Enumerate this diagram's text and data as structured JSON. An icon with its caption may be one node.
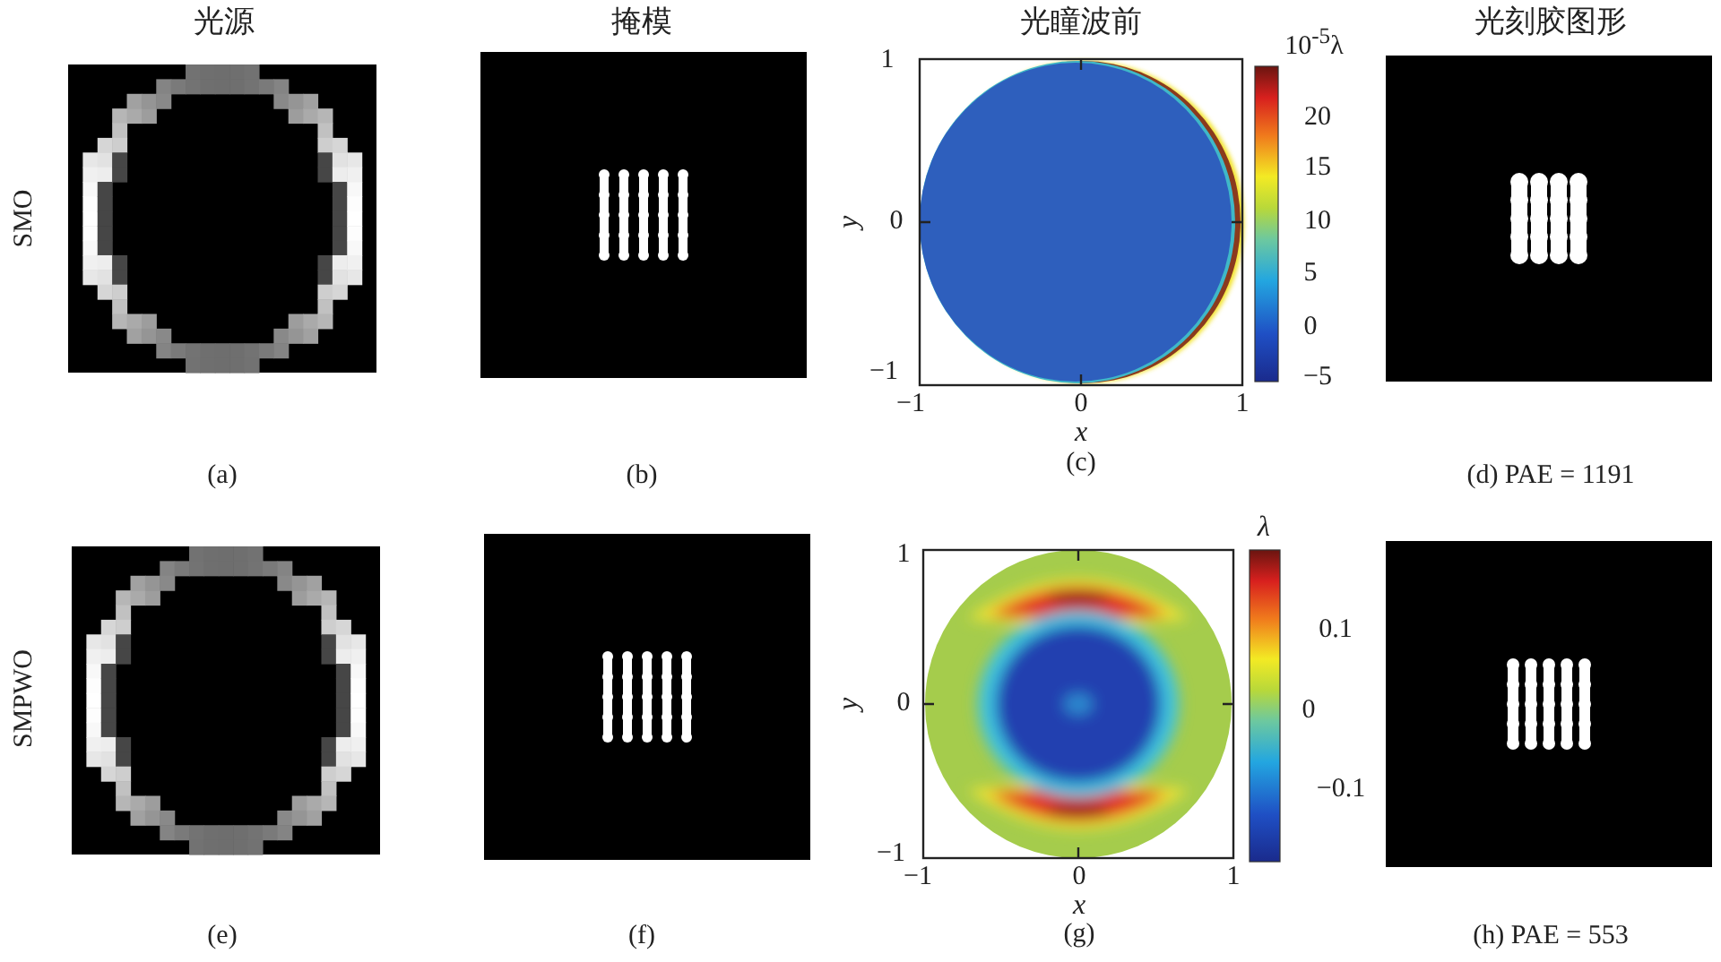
{
  "diagram": {
    "labels": [
      "光源",
      "掩模",
      "光瞳波前",
      "光刻胶图形",
      "10$^{-5}$λ",
      "SMO",
      "1",
      "y",
      "0",
      "−1",
      "−1",
      "0",
      "1",
      "x",
      "20",
      "15",
      "10",
      "5",
      "0",
      "−5",
      "(a)",
      "(b)",
      "(c)",
      "(d) PAE = 1191",
      "λ",
      "SMPWO",
      "1",
      "y",
      "0",
      "−1",
      "−1",
      "0",
      "1",
      "x",
      "0.1",
      "0",
      "−0.1",
      "(e)",
      "(f)",
      "(g)",
      "(h) PAE = 553"
    ]
  }
}
